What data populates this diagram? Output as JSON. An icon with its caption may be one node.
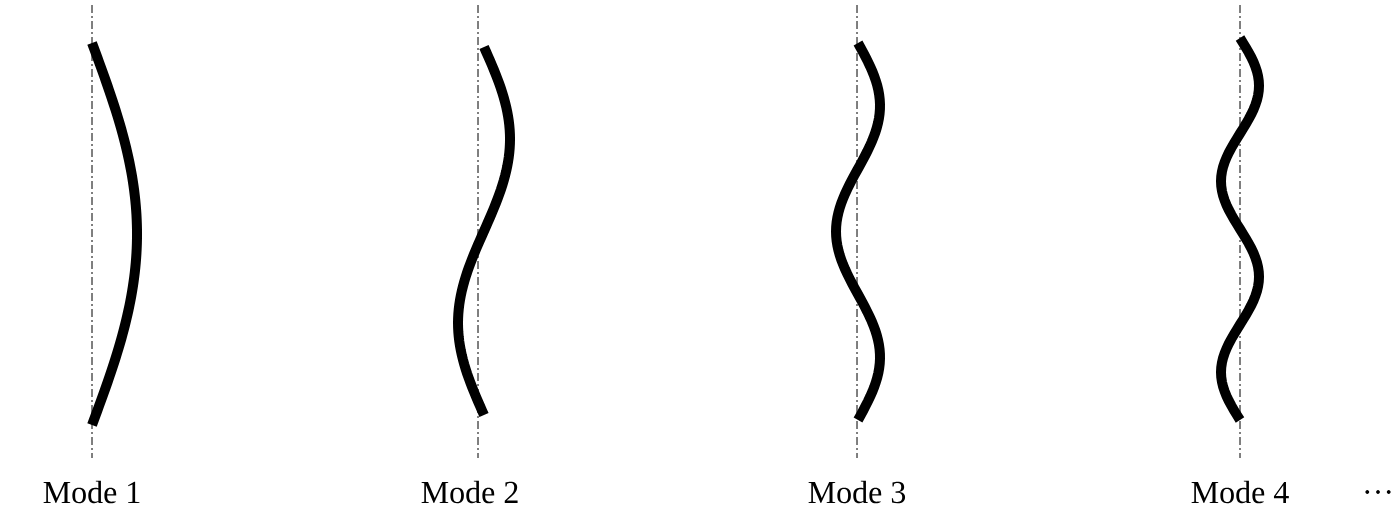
{
  "diagram": {
    "labels": [
      "Mode 1",
      "Mode 2",
      "Mode 3",
      "Mode 4",
      "…"
    ]
  }
}
